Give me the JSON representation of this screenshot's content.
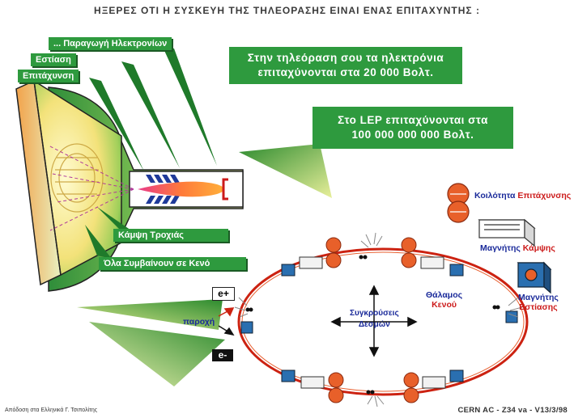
{
  "title": "ΗΞΕΡΕΣ ΟΤΙ Η ΣΥΣΚΕΥΗ ΤΗΣ ΤΗΛΕΟΡΑΣΗΣ ΕΙΝΑΙ ΕΝΑΣ ΕΠΙΤΑΧΥΝΤΗΣ :",
  "tv_labels": {
    "electron_production": "... Παραγωγή Ηλεκτρονίων",
    "focusing": "Εστίαση",
    "acceleration": "Επιτάχυνση",
    "trajectory_bending": "Κάμψη Τροχιάς",
    "all_in_vacuum": "Όλα Συμβαίνουν σε Κενό"
  },
  "boxes": {
    "tv_line1": "Στην τηλεόραση σου τα ηλεκτρόνια",
    "tv_line2": "επιταχύνονται στα 20 000 Βολτ.",
    "lep_line1": "Στο LEP επιταχύνονται στα",
    "lep_line2": "100 000 000 000 Βολτ."
  },
  "lep_labels": {
    "cavity_word1": "Κοιλότητα",
    "cavity_word2": "Επιτάχυνσης",
    "bending_word1": "Μαγνήτης",
    "bending_word2": "Κάμψης",
    "chamber_word1": "Θάλαμος",
    "chamber_word2": "Κενού",
    "focus_word1": "Μαγνήτης",
    "focus_word2": "Εστίασης",
    "collisions_line1": "Συγκρούσεις",
    "collisions_line2": "Δεσμών",
    "supply": "παροχή",
    "positron": "e+",
    "electron": "e-"
  },
  "footer": {
    "left": "Απόδοση στα Ελληνικά Γ. Τσιπολίτης",
    "right": "CERN AC - Z34 va - V13/3/98"
  },
  "colors": {
    "green": "#2e9a3e",
    "ring_red": "#cc2211",
    "blue_text": "#1a2a9a",
    "red_text": "#cc1a1a"
  }
}
